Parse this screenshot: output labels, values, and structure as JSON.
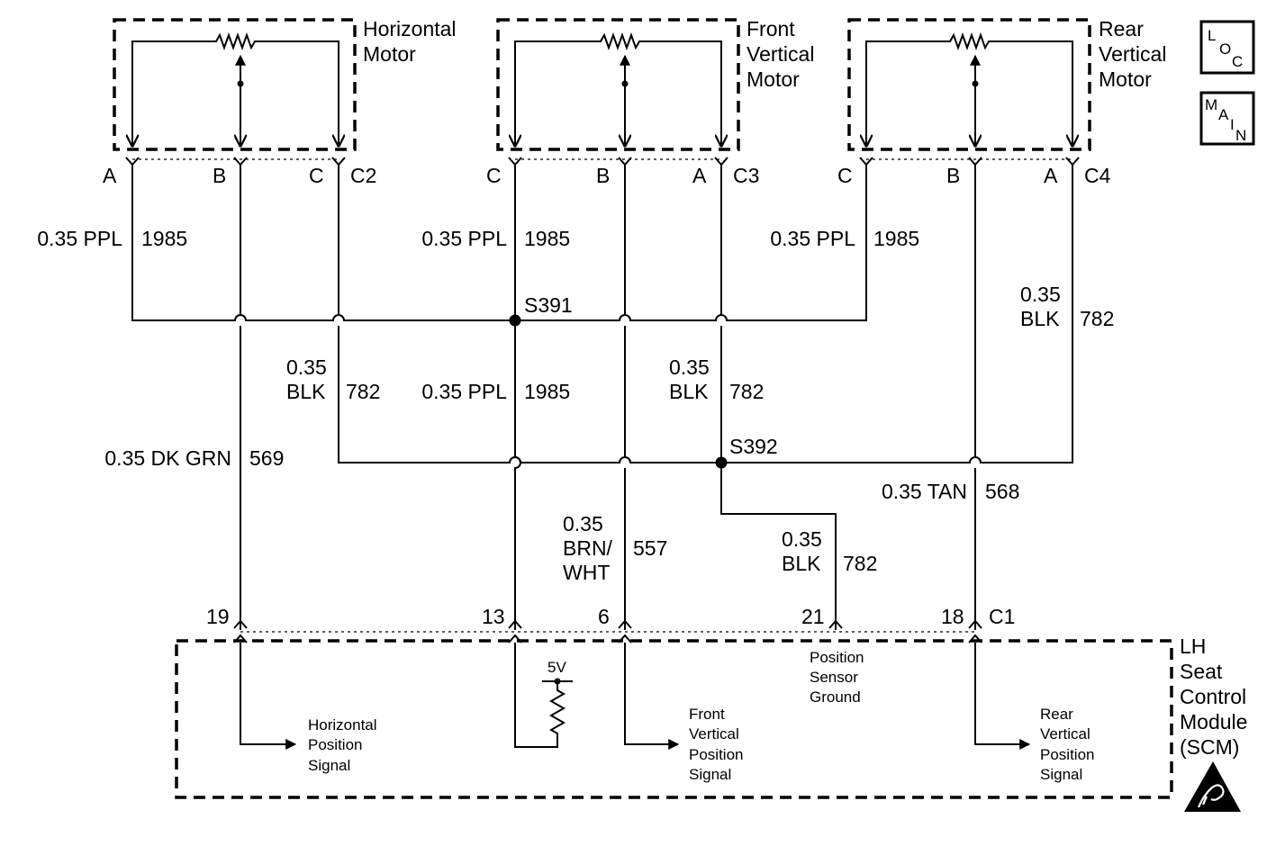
{
  "components": {
    "horizontal_motor": [
      "Horizontal",
      "Motor"
    ],
    "front_vertical_motor": [
      "Front",
      "Vertical",
      "Motor"
    ],
    "rear_vertical_motor": [
      "Rear",
      "Vertical",
      "Motor"
    ],
    "module": [
      "LH",
      "Seat",
      "Control",
      "Module",
      "(SCM)"
    ]
  },
  "badges": {
    "loc": [
      "L",
      "O",
      "C"
    ],
    "main": [
      "M",
      "A",
      "I",
      "N"
    ]
  },
  "connectors": {
    "c2": {
      "name": "C2",
      "pins": [
        "A",
        "B",
        "C"
      ]
    },
    "c3": {
      "name": "C3",
      "pins": [
        "C",
        "B",
        "A"
      ]
    },
    "c4": {
      "name": "C4",
      "pins": [
        "C",
        "B",
        "A"
      ]
    },
    "c1": {
      "name": "C1",
      "pins": [
        "19",
        "13",
        "6",
        "21",
        "18"
      ]
    }
  },
  "wires": {
    "w1": {
      "size": "0.35 PPL",
      "circuit": "1985"
    },
    "w2": {
      "size": "0.35 PPL",
      "circuit": "1985"
    },
    "w3": {
      "size": "0.35 PPL",
      "circuit": "1985"
    },
    "w4": {
      "size_a": "0.35",
      "size_b": "BLK",
      "circuit": "782"
    },
    "w5": {
      "size_a": "0.35",
      "size_b": "BLK",
      "circuit": "782"
    },
    "w6": {
      "size": "0.35 PPL",
      "circuit": "1985"
    },
    "w7": {
      "size_a": "0.35",
      "size_b": "BLK",
      "circuit": "782"
    },
    "w8": {
      "size": "0.35 DK GRN",
      "circuit": "569"
    },
    "w9": {
      "size": "0.35 TAN",
      "circuit": "568"
    },
    "w10": {
      "size_a": "0.35",
      "size_b": "BRN/",
      "size_c": "WHT",
      "circuit": "557"
    },
    "w11": {
      "size_a": "0.35",
      "size_b": "BLK",
      "circuit": "782"
    }
  },
  "splices": {
    "s391": "S391",
    "s392": "S392"
  },
  "module_internals": {
    "voltage": "5V",
    "horizontal_signal": [
      "Horizontal",
      "Position",
      "Signal"
    ],
    "front_signal": [
      "Front",
      "Vertical",
      "Position",
      "Signal"
    ],
    "sensor_ground": [
      "Position",
      "Sensor",
      "Ground"
    ],
    "rear_signal": [
      "Rear",
      "Vertical",
      "Position",
      "Signal"
    ]
  }
}
